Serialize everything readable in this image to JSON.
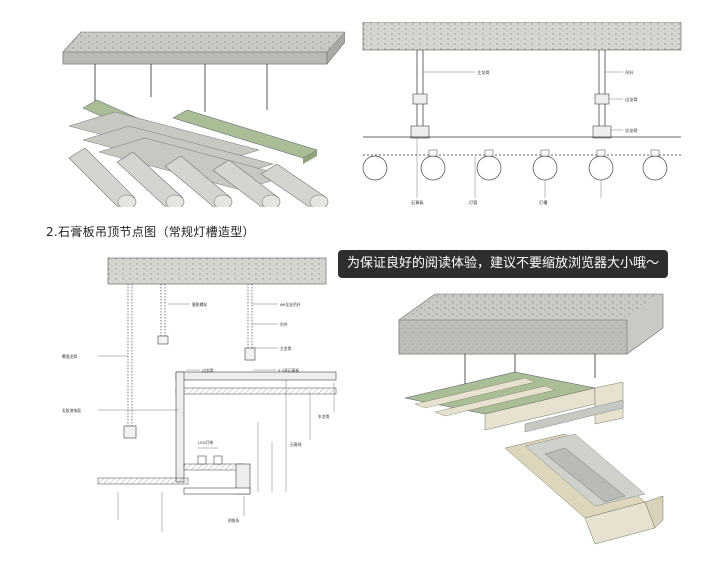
{
  "section_title": "2.石膏板吊顶节点图（常规灯槽造型）",
  "banner_text": "为保证良好的阅读体验，建议不要缩放浏览器大小哦～",
  "colors": {
    "concrete": "#c9c9c6",
    "concrete_dots": "#8d8d8a",
    "green_board": "#a9bd96",
    "grey_board": "#c6c9c2",
    "tube": "#d3d5d0",
    "plaster_3d": "#e7e2cf",
    "banner_bg": "#2e2e2e"
  },
  "top_section_labels": [
    "吊杆",
    "主龙骨",
    "边龙骨",
    "次龙骨",
    "石膏板",
    "灯管",
    "灯槽"
  ],
  "bottom_section_labels": [
    "膨胀螺栓",
    "Φ8全丝吊杆",
    "吊件",
    "主龙骨",
    "覆面龙骨",
    "边龙骨",
    "9.5厚石膏板",
    "木龙骨",
    "LED灯带",
    "石膏线",
    "乳胶漆饰面",
    "阴角条"
  ]
}
